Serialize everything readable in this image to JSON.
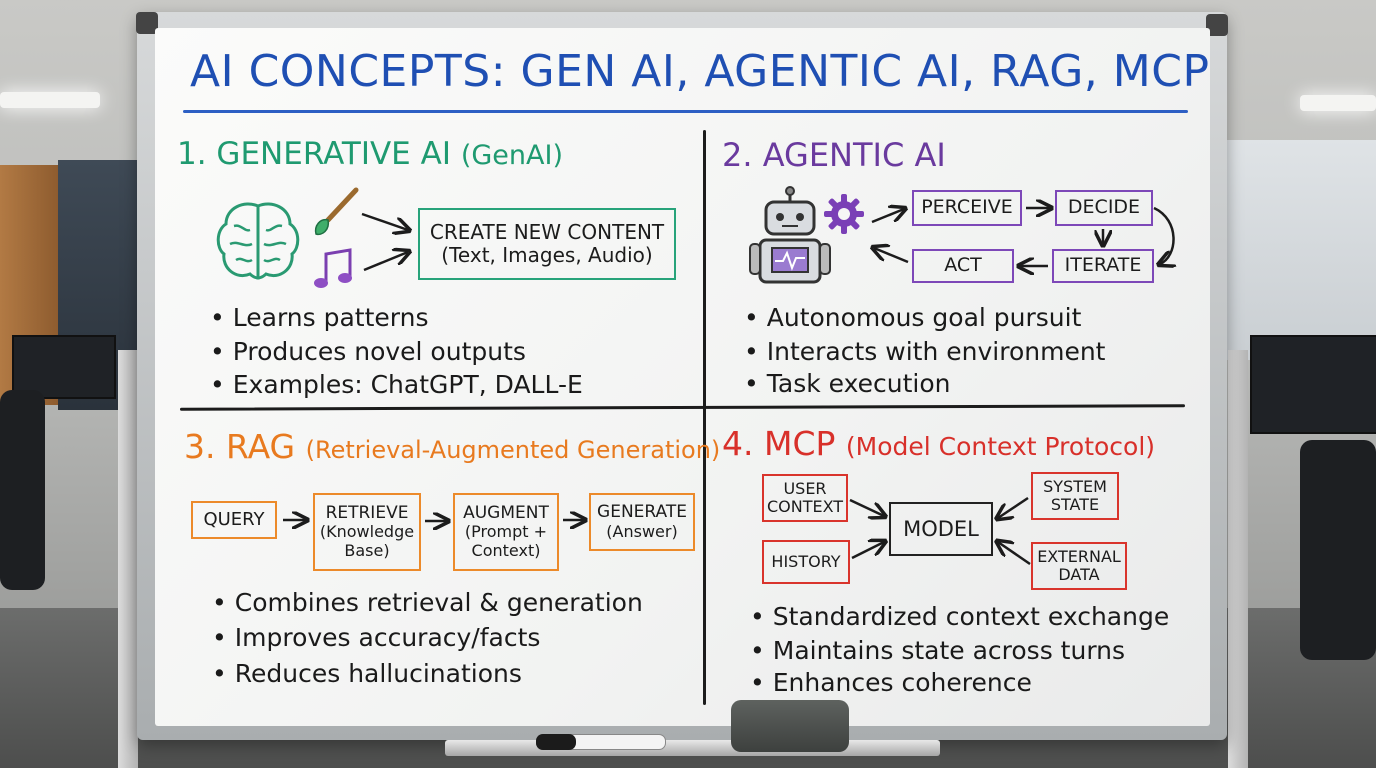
{
  "board": {
    "title": "AI CONCEPTS: GEN AI, AGENTIC AI, RAG, MCP",
    "colors": {
      "title": "#1f4fb3",
      "genai": "#1f9a70",
      "agentic": "#6a3a9e",
      "rag": "#e87a1f",
      "mcp": "#d8302a",
      "ink": "#1a1a1a"
    },
    "genai": {
      "heading": "1. GENERATIVE AI",
      "heading_paren": "(GenAI)",
      "icons": [
        "brain-icon",
        "paintbrush-icon",
        "music-note-icon"
      ],
      "box_line1": "CREATE NEW CONTENT",
      "box_line2": "(Text, Images, Audio)",
      "bullets": [
        "Learns patterns",
        "Produces novel outputs",
        "Examples: ChatGPT, DALL-E"
      ]
    },
    "agentic": {
      "heading": "2. AGENTIC AI",
      "icons": [
        "robot-icon",
        "gear-icon"
      ],
      "steps": [
        "PERCEIVE",
        "DECIDE",
        "ACT",
        "ITERATE"
      ],
      "bullets": [
        "Autonomous goal pursuit",
        "Interacts with environment",
        "Task execution"
      ]
    },
    "rag": {
      "heading": "3. RAG",
      "heading_paren": "(Retrieval-Augmented Generation)",
      "steps": [
        {
          "line1": "QUERY",
          "line2": "",
          "line3": ""
        },
        {
          "line1": "RETRIEVE",
          "line2": "(Knowledge",
          "line3": "Base)"
        },
        {
          "line1": "AUGMENT",
          "line2": "(Prompt +",
          "line3": "Context)"
        },
        {
          "line1": "GENERATE",
          "line2": "(Answer)",
          "line3": ""
        }
      ],
      "bullets": [
        "Combines retrieval & generation",
        "Improves accuracy/facts",
        "Reduces hallucinations"
      ]
    },
    "mcp": {
      "heading": "4. MCP",
      "heading_paren": "(Model Context Protocol)",
      "center": "MODEL",
      "inputs": {
        "user_context": [
          "USER",
          "CONTEXT"
        ],
        "history": [
          "HISTORY"
        ],
        "system_state": [
          "SYSTEM",
          "STATE"
        ],
        "external_data": [
          "EXTERNAL",
          "DATA"
        ]
      },
      "bullets": [
        "Standardized context exchange",
        "Maintains state across turns",
        "Enhances coherence"
      ]
    }
  }
}
